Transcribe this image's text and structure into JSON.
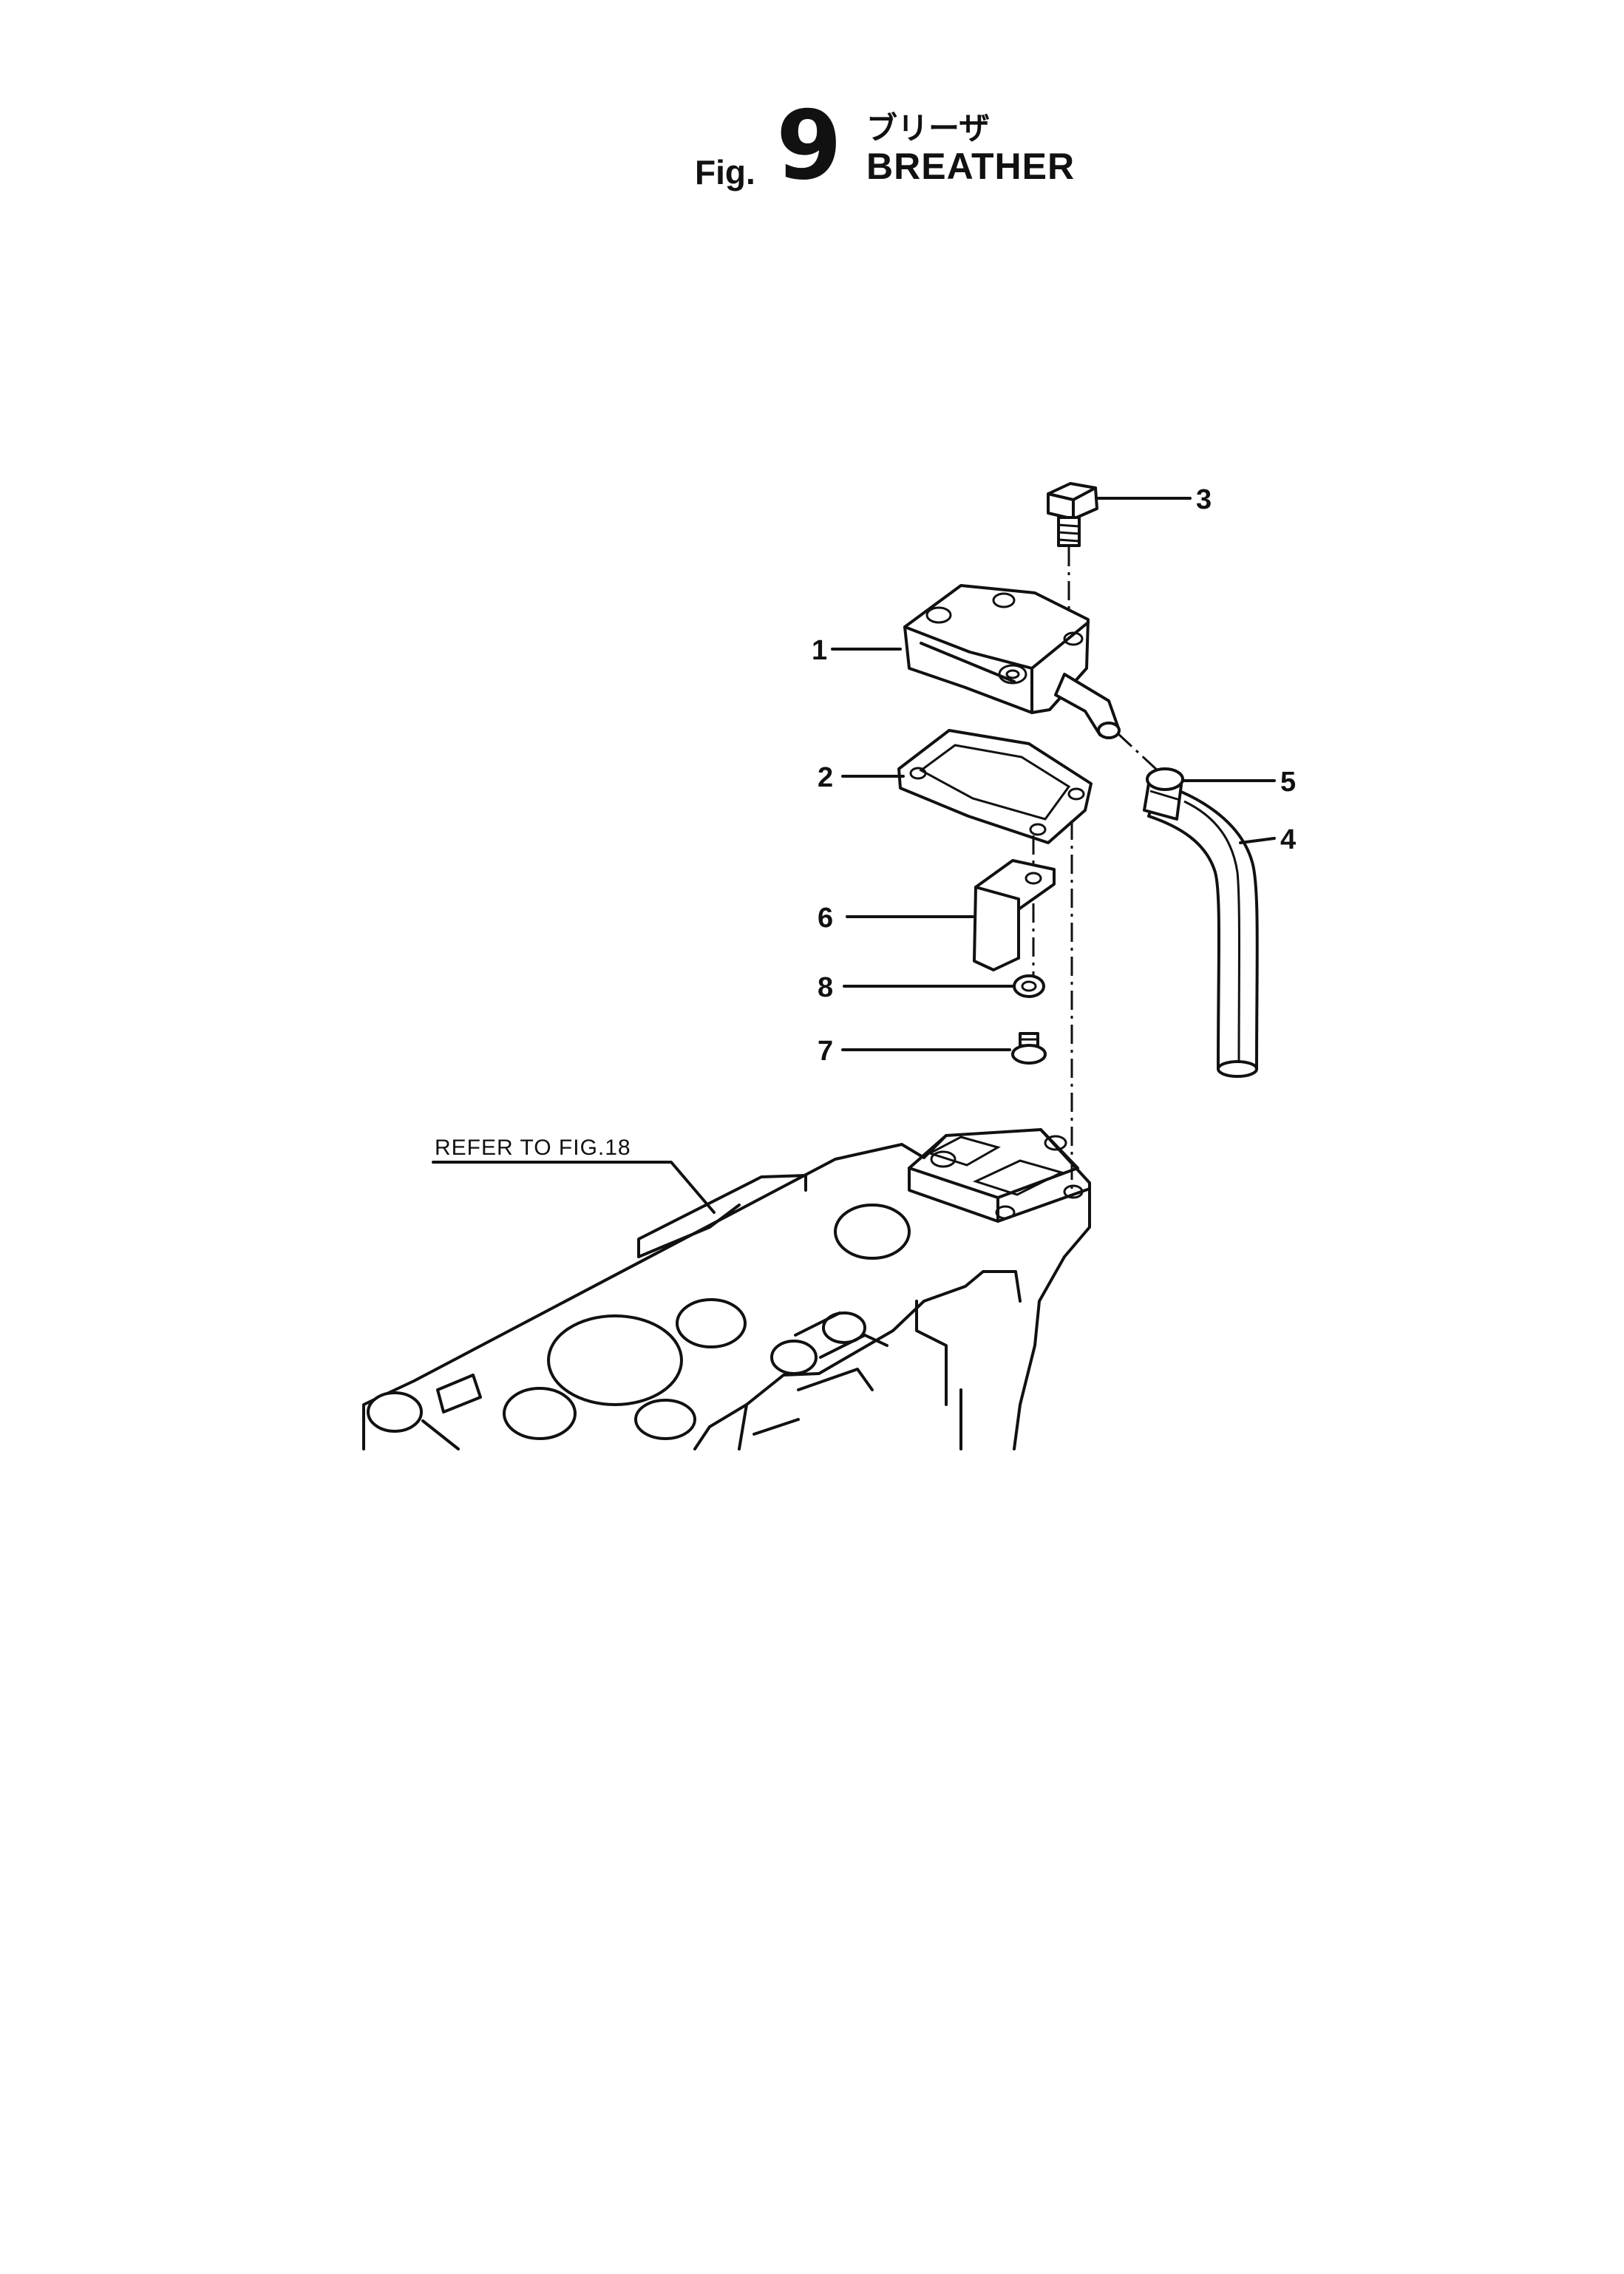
{
  "figure": {
    "prefix": "Fig.",
    "number": "9",
    "title_jp": "ブリーザ",
    "title_en": "BREATHER"
  },
  "callouts": [
    {
      "id": "1",
      "label": "1"
    },
    {
      "id": "2",
      "label": "2"
    },
    {
      "id": "3",
      "label": "3"
    },
    {
      "id": "4",
      "label": "4"
    },
    {
      "id": "5",
      "label": "5"
    },
    {
      "id": "6",
      "label": "6"
    },
    {
      "id": "7",
      "label": "7"
    },
    {
      "id": "8",
      "label": "8"
    }
  ],
  "reference_note": "REFER TO FIG.18"
}
